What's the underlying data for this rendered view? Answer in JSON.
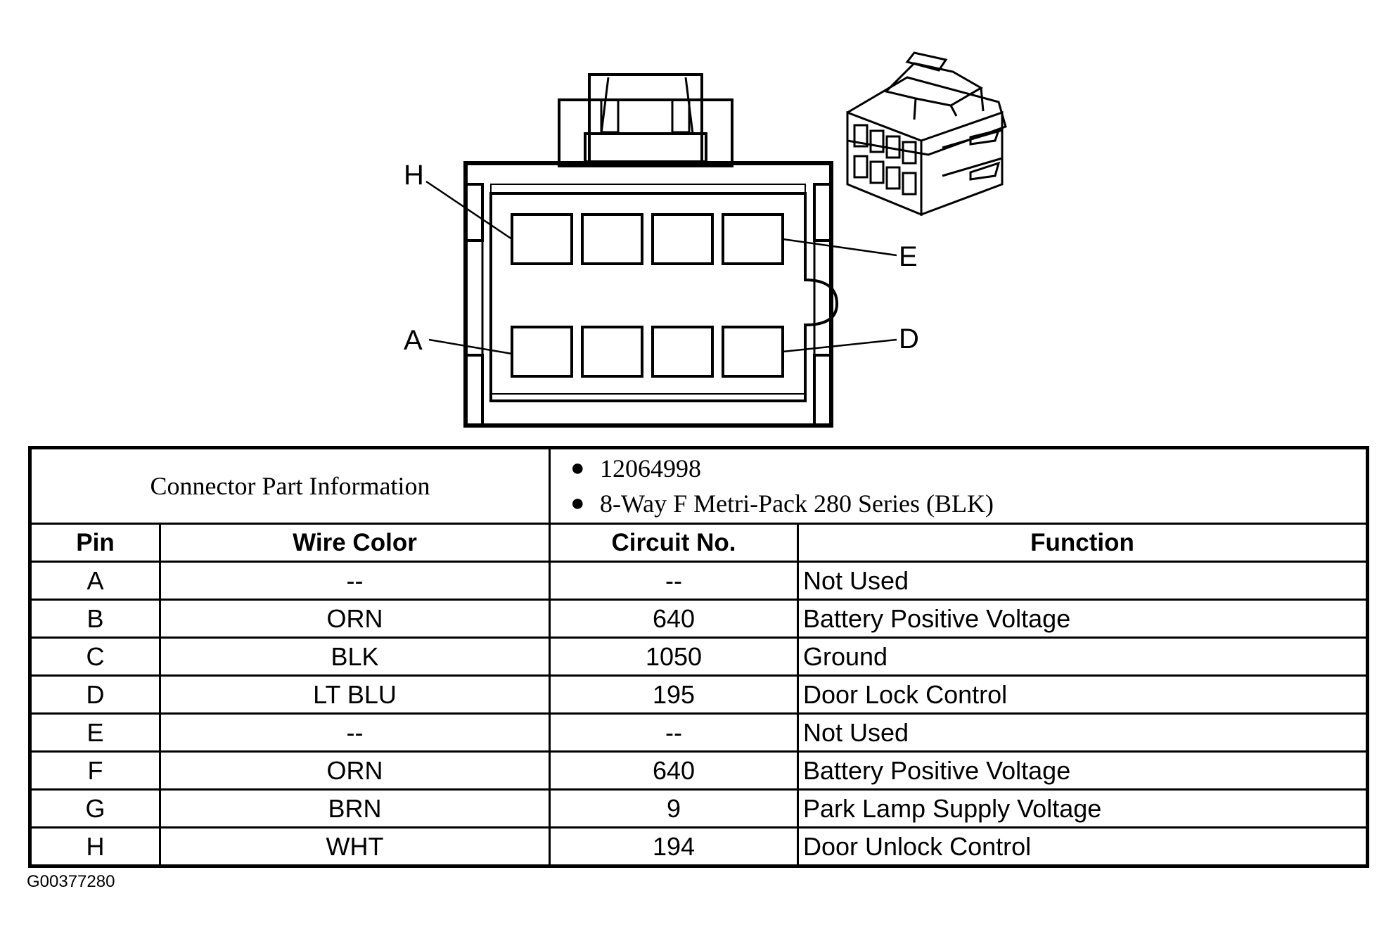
{
  "diagram": {
    "callouts": [
      "H",
      "E",
      "A",
      "D"
    ]
  },
  "connector_info": {
    "label": "Connector Part Information",
    "items": [
      "12064998",
      "8-Way F Metri-Pack 280 Series (BLK)"
    ]
  },
  "table": {
    "headers": [
      "Pin",
      "Wire Color",
      "Circuit No.",
      "Function"
    ],
    "rows": [
      [
        "A",
        "--",
        "--",
        "Not Used"
      ],
      [
        "B",
        "ORN",
        "640",
        "Battery Positive Voltage"
      ],
      [
        "C",
        "BLK",
        "1050",
        "Ground"
      ],
      [
        "D",
        "LT BLU",
        "195",
        "Door Lock Control"
      ],
      [
        "E",
        "--",
        "--",
        "Not Used"
      ],
      [
        "F",
        "ORN",
        "640",
        "Battery Positive Voltage"
      ],
      [
        "G",
        "BRN",
        "9",
        "Park Lamp Supply Voltage"
      ],
      [
        "H",
        "WHT",
        "194",
        "Door Unlock Control"
      ]
    ]
  },
  "figure_id": "G00377280"
}
